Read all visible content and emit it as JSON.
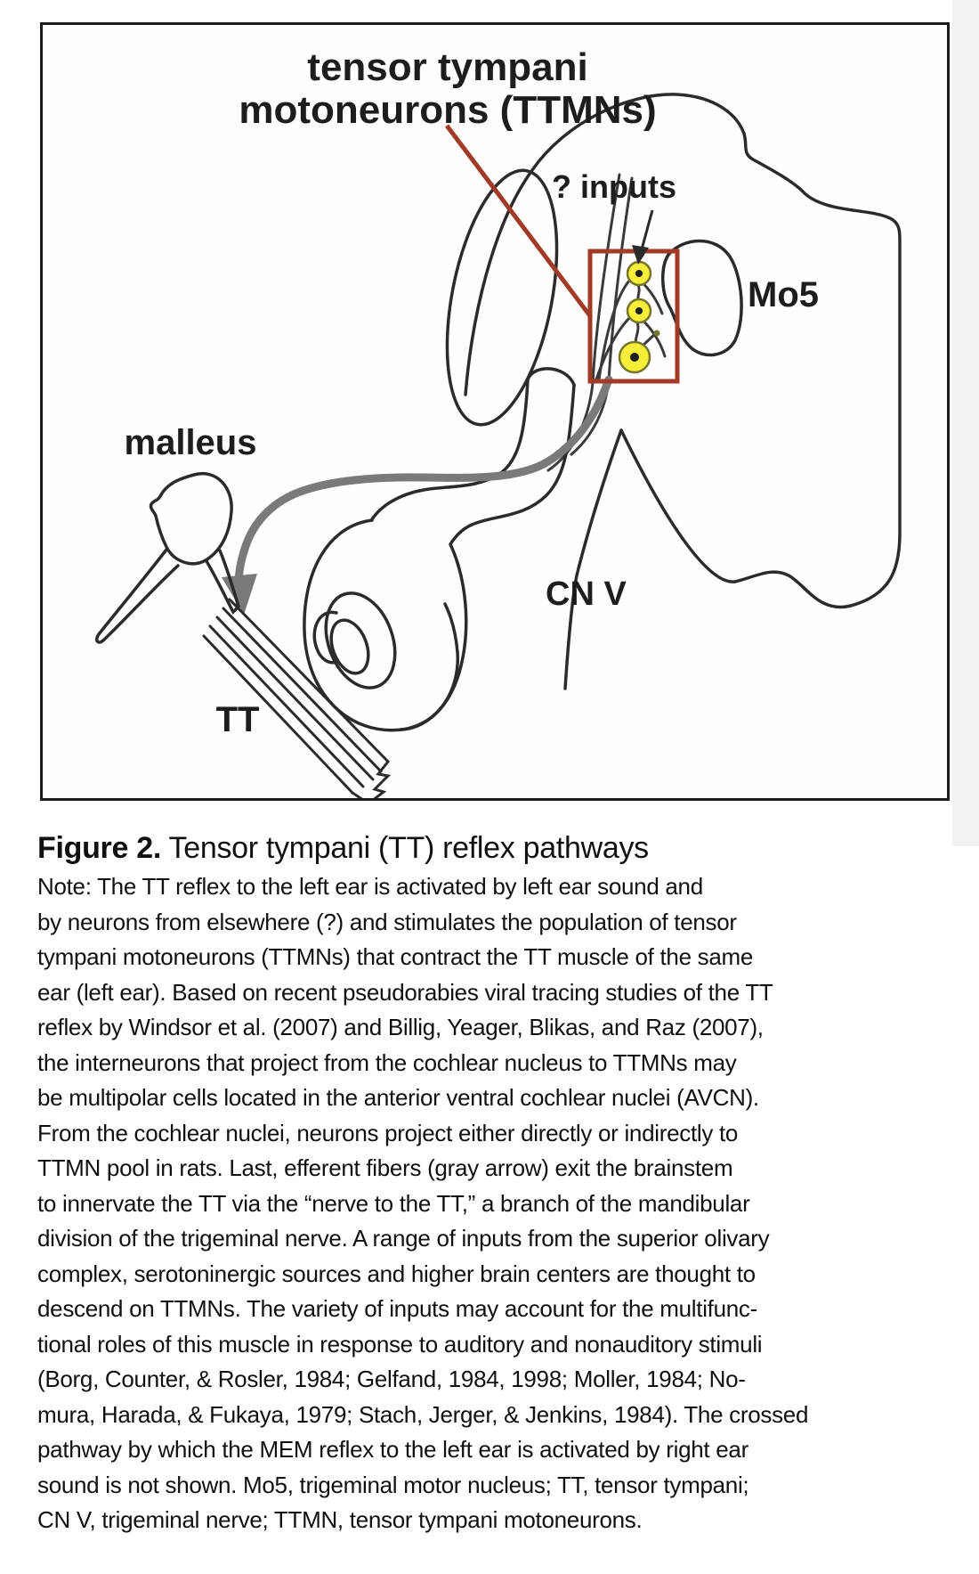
{
  "figure": {
    "labels": {
      "ttmn_line1": "tensor tympani",
      "ttmn_line2": "motoneurons (TTMNs)",
      "inputs": "? inputs",
      "mo5": "Mo5",
      "malleus": "malleus",
      "cnv": "CN V",
      "tt": "TT"
    },
    "colors": {
      "highlight_red": "#a23a28",
      "neuron_yellow": "#f7ee3a",
      "neuron_outline": "#75752d",
      "efferent_gray": "#7a7a7a",
      "line_black": "#2b2b2b"
    }
  },
  "caption": {
    "heading_bold": "Figure 2.",
    "heading_rest": " Tensor tympani (TT) reflex pathways",
    "note_lines": [
      "Note: The TT reflex to the left ear is activated by left ear sound and",
      "by neurons from elsewhere (?) and stimulates the population of tensor",
      "tympani motoneurons (TTMNs) that contract the TT muscle of the same",
      "ear (left ear). Based on recent pseudorabies viral tracing studies of the TT",
      "reflex by Windsor et al. (2007) and Billig, Yeager, Blikas, and Raz (2007),",
      "the interneurons that project from the cochlear nucleus to TTMNs may",
      "be multipolar cells located in the anterior ventral cochlear nuclei (AVCN).",
      "From the cochlear nuclei, neurons project either directly or indirectly to",
      "TTMN pool in rats. Last, efferent fibers (gray arrow) exit the brainstem",
      "to innervate the TT via the “nerve to the TT,” a branch of the mandibular",
      "division of the trigeminal nerve. A range of inputs from the superior olivary",
      "complex, serotoninergic sources and higher brain centers are thought to",
      "descend on TTMNs. The variety of inputs may account for the multifunc-",
      "tional roles of this muscle in response to auditory and nonauditory stimuli",
      "(Borg, Counter, & Rosler, 1984; Gelfand, 1984, 1998; Moller, 1984; No-",
      "mura, Harada, & Fukaya, 1979; Stach, Jerger, & Jenkins, 1984). The crossed",
      "pathway by which the MEM reflex to the left ear is activated by right ear",
      "sound is not shown. Mo5, trigeminal motor nucleus; TT, tensor tympani;",
      "CN V, trigeminal nerve; TTMN, tensor tympani motoneurons."
    ]
  }
}
